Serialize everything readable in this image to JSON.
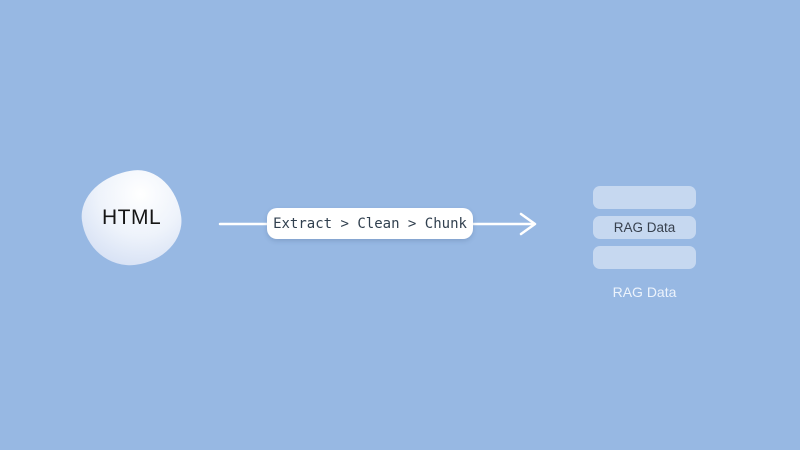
{
  "diagram": {
    "source": {
      "label": "HTML"
    },
    "pipeline": {
      "label": "Extract > Clean > Chunk",
      "steps": [
        "Extract",
        "Clean",
        "Chunk"
      ],
      "separator": ">"
    },
    "output": {
      "rows": 3,
      "stack_label": "RAG Data",
      "caption": "RAG Data"
    },
    "colors": {
      "background": "#97b8e3",
      "blob_gradient_start": "#ffffff",
      "blob_gradient_end": "#cbd8f1",
      "source_text": "#161616",
      "arrow": "#ffffff",
      "pill_background": "#ffffff",
      "pill_text": "#31404f",
      "stack_fill": "rgba(255,255,255,0.45)",
      "stack_text": "#38414e",
      "caption_text": "#f0f6fd"
    }
  }
}
